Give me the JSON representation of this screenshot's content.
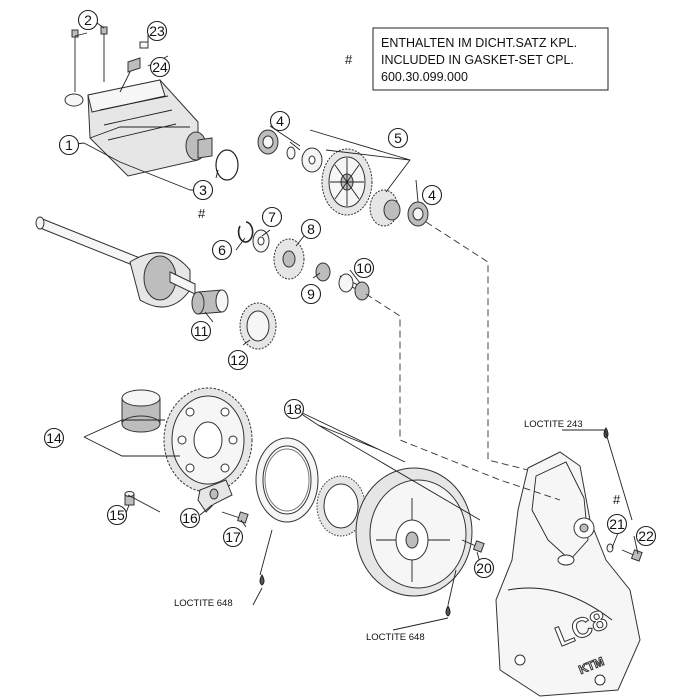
{
  "callouts": [
    "1",
    "2",
    "3",
    "4",
    "4",
    "5",
    "6",
    "7",
    "8",
    "9",
    "10",
    "11",
    "12",
    "14",
    "15",
    "16",
    "17",
    "18",
    "20",
    "21",
    "22",
    "23",
    "24"
  ],
  "note": {
    "marker": "#",
    "lines": [
      "ENTHALTEN IM DICHT.SATZ KPL.",
      "INCLUDED IN GASKET-SET CPL.",
      "600.30.099.000"
    ]
  },
  "hash_marks": [
    "#",
    "#"
  ],
  "labels": {
    "loctite_243": "LOCTITE 243",
    "loctite_648_left": "LOCTITE 648",
    "loctite_648_right": "LOCTITE 648"
  },
  "case_logo": "LC8",
  "case_logo_small": "KTM"
}
